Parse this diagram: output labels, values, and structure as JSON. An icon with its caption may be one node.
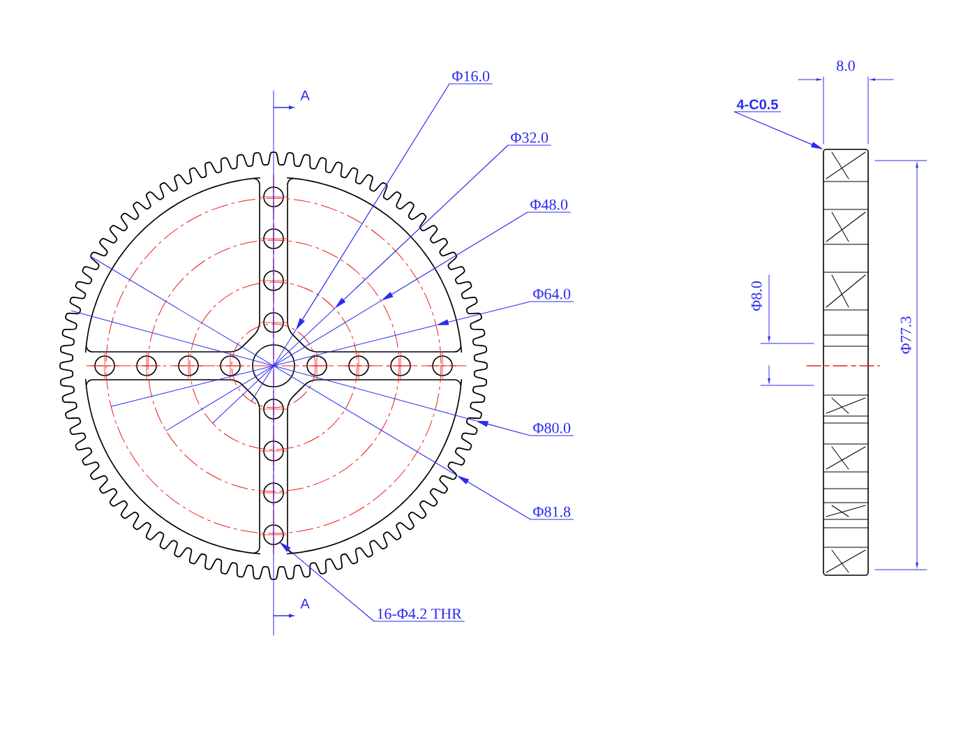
{
  "diagram": {
    "nodes": [
      {
        "text": [
          "Φ16.0"
        ]
      },
      {
        "text": [
          "Φ32.0"
        ]
      },
      {
        "text": [
          "Φ48.0"
        ]
      },
      {
        "text": [
          "Φ64.0"
        ]
      },
      {
        "text": [
          "Φ80.0"
        ]
      },
      {
        "text": [
          "Φ81.8"
        ]
      },
      {
        "text": [
          "16-Φ4.2 THR"
        ]
      },
      {
        "text": [
          "4-C0.5"
        ]
      },
      {
        "text": [],
        "shape": "picture"
      }
    ],
    "edges": [
      {
        "from": 0,
        "to": null,
        "arrow": "to"
      },
      {
        "from": 1,
        "to": null,
        "arrow": "to"
      },
      {
        "from": 2,
        "to": null,
        "arrow": "to"
      },
      {
        "from": 3,
        "to": null,
        "arrow": "to"
      },
      {
        "from": 4,
        "to": null,
        "arrow": "to"
      },
      {
        "from": 5,
        "to": null,
        "arrow": "to"
      },
      {
        "from": 6,
        "to": null,
        "arrow": "to"
      },
      {
        "from": 7,
        "to": 8,
        "arrow": "to"
      }
    ],
    "labels": [
      "A",
      "A",
      "8.0",
      "Φ8.0",
      "Φ77.3"
    ]
  }
}
